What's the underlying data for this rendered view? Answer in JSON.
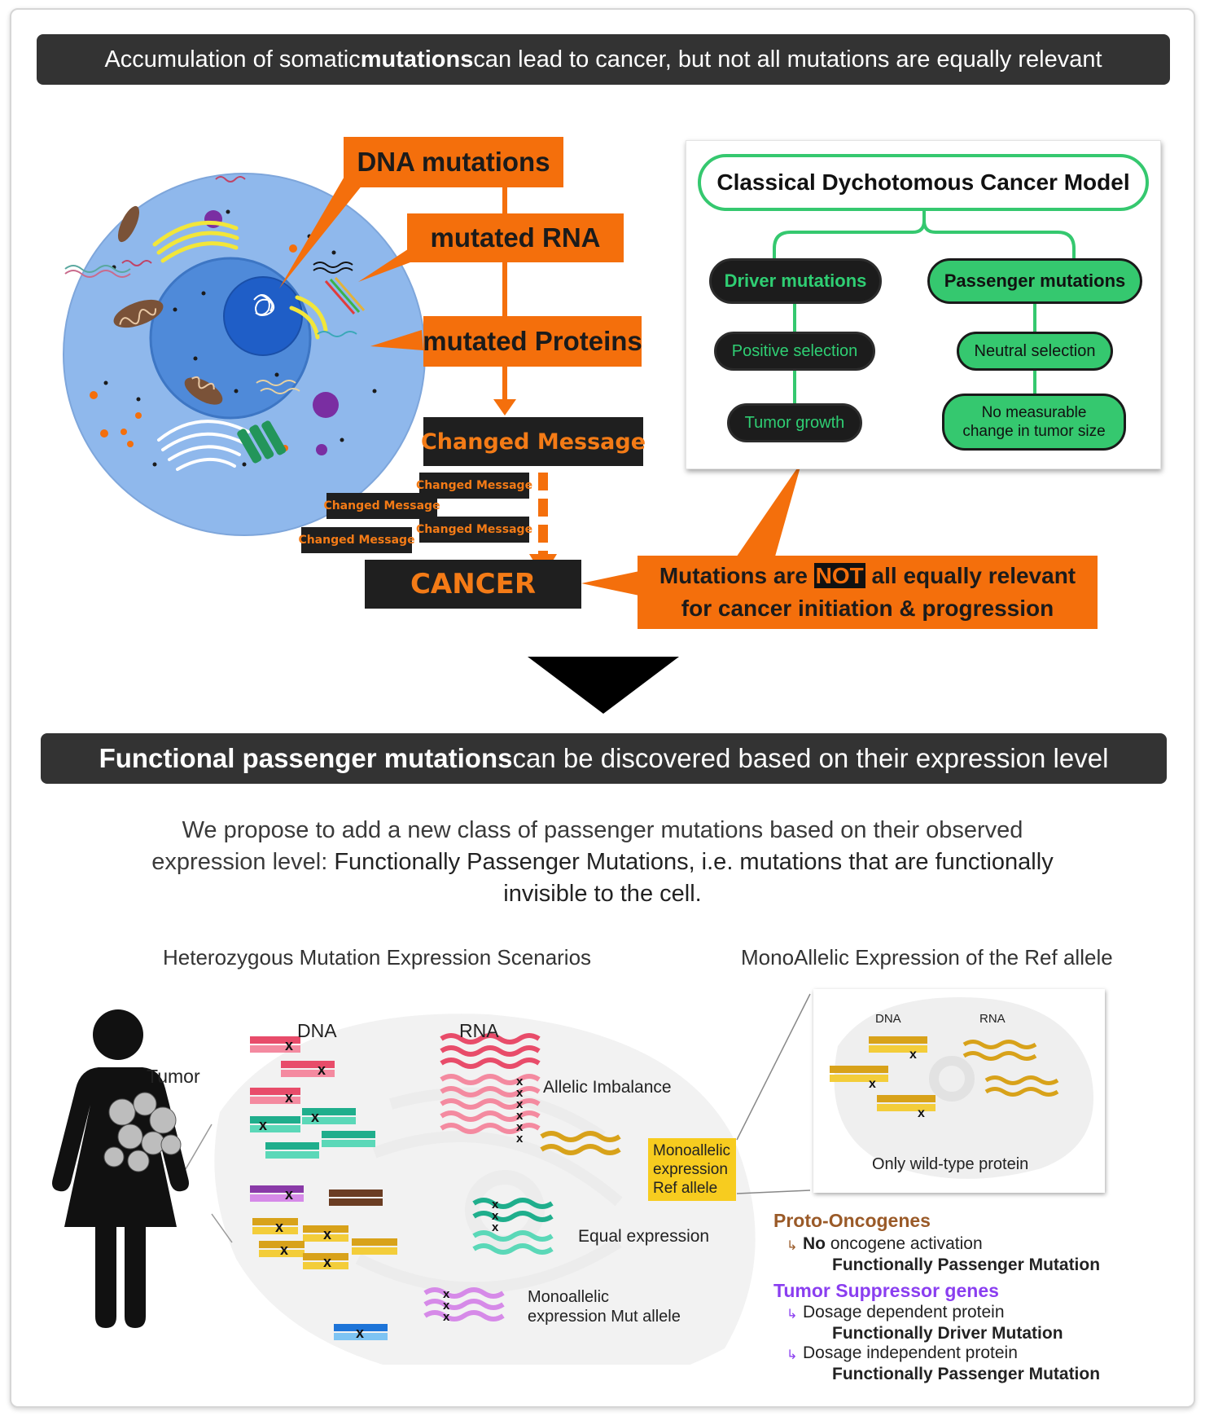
{
  "banners": {
    "top_pre": "Accumulation of somatic ",
    "top_bold": "mutations",
    "top_post": " can lead to cancer, but not all mutations are equally relevant",
    "mid_bold": "Functional passenger mutations",
    "mid_post": " can be discovered based on their expression level"
  },
  "flow": {
    "dna": "DNA mutations",
    "rna": "mutated RNA",
    "proteins": "mutated Proteins",
    "changed_main": "Changed Message",
    "changed_small": [
      "Changed Message",
      "Changed Message",
      "Changed Message",
      "Changed Message"
    ],
    "cancer": "CANCER"
  },
  "relevance": {
    "pre": "Mutations are ",
    "not": "NOT",
    "post": " all equally relevant",
    "line2": "for cancer initiation & progression"
  },
  "model": {
    "title": "Classical Dychotomous Cancer Model",
    "driver": "Driver mutations",
    "passenger": "Passenger mutations",
    "positive": "Positive selection",
    "neutral": "Neutral selection",
    "tumor_growth": "Tumor growth",
    "no_change_1": "No measurable",
    "no_change_2": "change in tumor size"
  },
  "proposal": {
    "line1": "We propose to add a new class of passenger mutations based on their observed",
    "line2_pre": "expression level: ",
    "line2_dark": "Functionally Passenger Mutations, i.e. mutations that are functionally",
    "line3": "invisible to the cell."
  },
  "hetero": {
    "title": "Heterozygous Mutation Expression Scenarios",
    "tumor": "Tumor",
    "dna": "DNA",
    "rna": "RNA",
    "allelic_imbalance": "Allelic Imbalance",
    "equal_expression": "Equal expression",
    "mono_mut_1": "Monoallelic",
    "mono_mut_2": "expression Mut allele",
    "mono_ref_1": "Monoallelic",
    "mono_ref_2": "expression",
    "mono_ref_3": "Ref allele"
  },
  "mono": {
    "title": "MonoAllelic Expression of the Ref allele",
    "dna": "DNA",
    "rna": "RNA",
    "wild_type": "Only wild-type protein"
  },
  "legend": {
    "proto_title": "Proto-Oncogenes",
    "proto_no": "No",
    "proto_line1": " oncogene activation",
    "proto_line2": "Functionally Passenger Mutation",
    "tsg_title": "Tumor Suppressor genes",
    "tsg_dep": "Dosage dependent protein",
    "tsg_dep_result": "Functionally Driver Mutation",
    "tsg_indep": "Dosage independent protein",
    "tsg_indep_result": "Functionally Passenger Mutation"
  },
  "colors": {
    "orange": "#f46f0c",
    "dark": "#333333",
    "green": "#35c86f",
    "brown": "#9a5a28",
    "purple": "#8a3ef0",
    "yellow": "#f7cc1f",
    "cell_blue": "#8fb8ec"
  },
  "icons": {
    "person": "woman-silhouette-icon",
    "arrow_down": "down-triangle-icon"
  }
}
